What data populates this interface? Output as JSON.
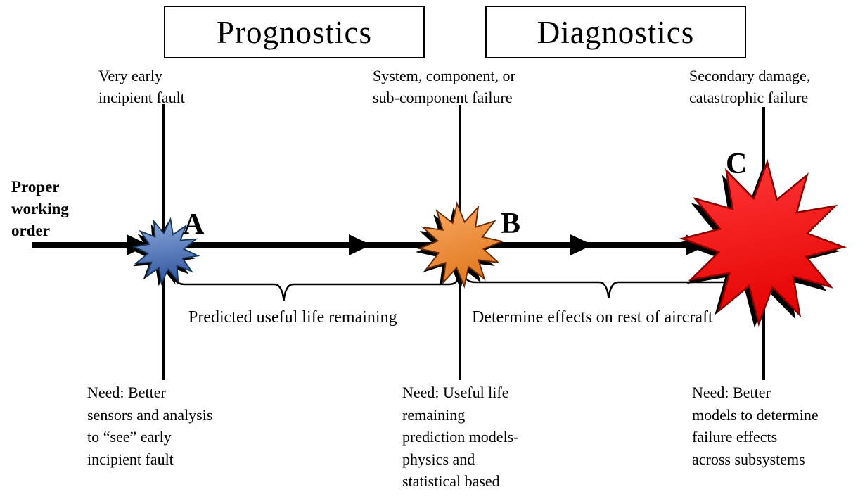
{
  "phases": {
    "prognostics": "Prognostics",
    "diagnostics": "Diagnostics"
  },
  "timeline": {
    "start_state": "Proper\nworking\norder",
    "events": [
      {
        "letter": "A",
        "condition": "Very early\nincipient fault",
        "need": "Need: Better\nsensors and analysis\nto “see” early\nincipient fault",
        "burst_color": "#4a72b8"
      },
      {
        "letter": "B",
        "condition": "System, component, or\nsub-component failure",
        "need": "Need: Useful life\nremaining\nprediction models-\nphysics and\nstatistical based",
        "burst_color": "#ed8c3e"
      },
      {
        "letter": "C",
        "condition": "Secondary damage,\ncatastrophic failure",
        "need": "Need: Better\nmodels to determine\nfailure effects\nacross subsystems",
        "burst_color": "#ee1111"
      }
    ],
    "spans": [
      {
        "label": "Predicted useful life remaining"
      },
      {
        "label": "Determine effects on rest of aircraft"
      }
    ]
  },
  "colors": {
    "line": "#000000",
    "burst_a": "#4a72b8",
    "burst_b": "#ed8c3e",
    "burst_c": "#ee1111"
  }
}
